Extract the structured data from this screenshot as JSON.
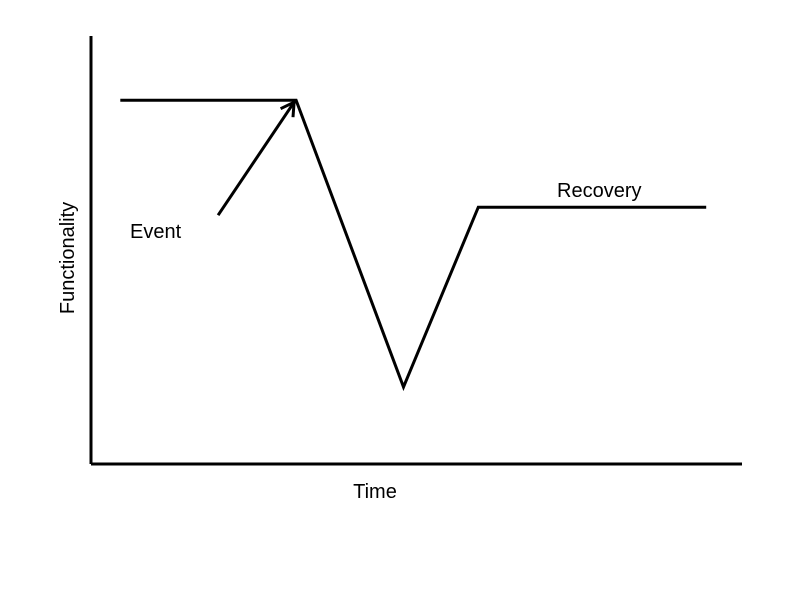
{
  "chart_data": {
    "type": "line",
    "title": "",
    "xlabel": "Time",
    "ylabel": "Functionality",
    "x": [
      0.45,
      3.15,
      4.8,
      5.95,
      9.45
    ],
    "series": [
      {
        "values": [
          8.5,
          8.5,
          1.8,
          6.0,
          6.0
        ]
      }
    ],
    "xlim": [
      0,
      10
    ],
    "ylim": [
      0,
      10
    ],
    "grid": false,
    "annotations": [
      {
        "text": "Event",
        "arrow": true
      },
      {
        "text": "Recovery",
        "arrow": false
      }
    ]
  },
  "colors": {
    "line": "#000000",
    "axis": "#000000",
    "text": "#000000"
  }
}
